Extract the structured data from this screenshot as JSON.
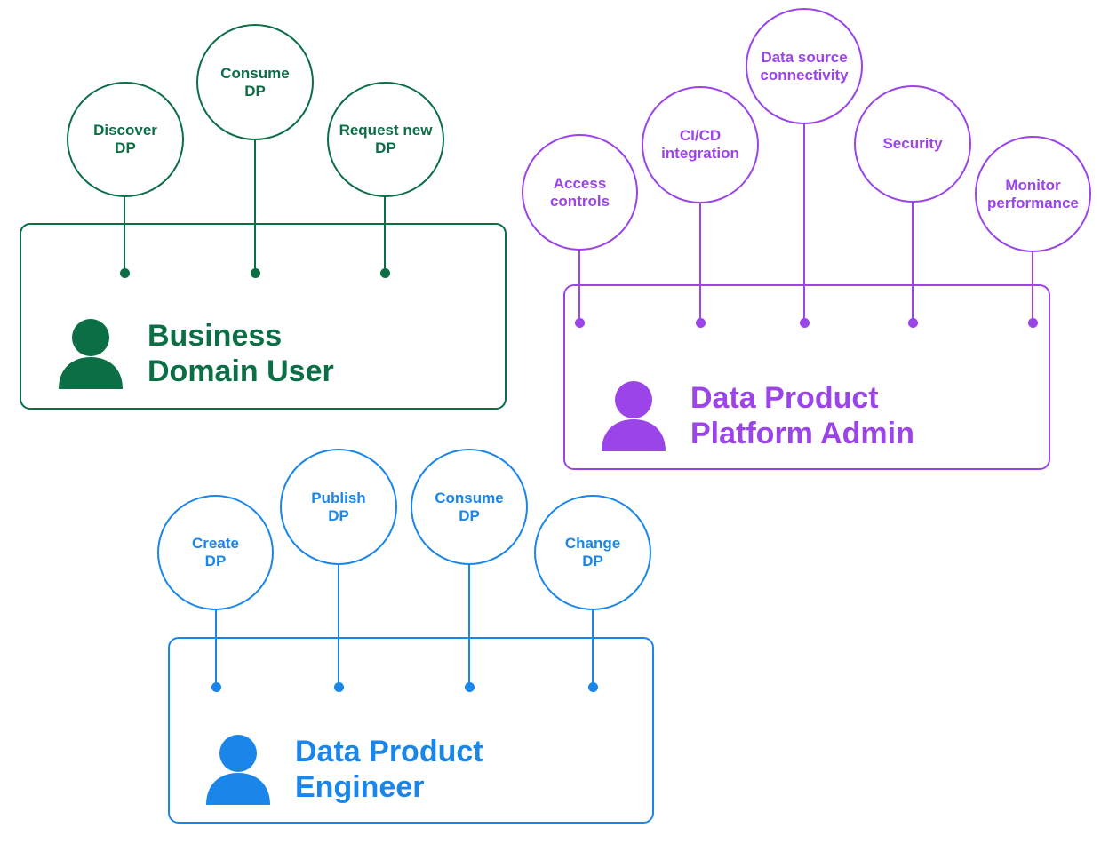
{
  "colors": {
    "business_domain_user": "#0b6e45",
    "platform_admin": "#9b44e8",
    "engineer": "#1a86ea"
  },
  "groups": {
    "business_domain_user": {
      "title": "Business\nDomain User",
      "icon": "person-icon",
      "capabilities": [
        "Discover\nDP",
        "Consume\nDP",
        "Request new\nDP"
      ]
    },
    "platform_admin": {
      "title": "Data Product\nPlatform Admin",
      "icon": "person-icon",
      "capabilities": [
        "Access\ncontrols",
        "CI/CD\nintegration",
        "Data source\nconnectivity",
        "Security",
        "Monitor\nperformance"
      ]
    },
    "engineer": {
      "title": "Data Product\nEngineer",
      "icon": "person-icon",
      "capabilities": [
        "Create\nDP",
        "Publish\nDP",
        "Consume\nDP",
        "Change\nDP"
      ]
    }
  }
}
